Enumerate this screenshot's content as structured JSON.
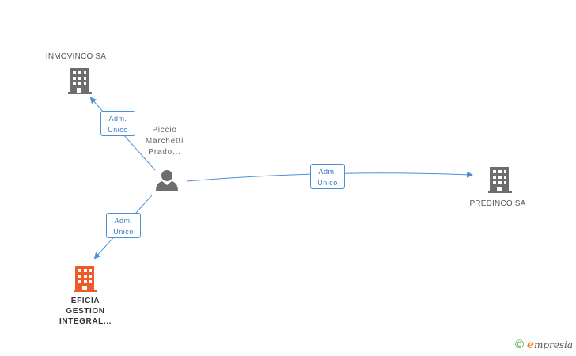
{
  "nodes": {
    "inmovinco": {
      "label": "INMOVINCO SA",
      "icon": "building-icon",
      "color": "#6d6d6d"
    },
    "predinco": {
      "label": "PREDINCO SA",
      "icon": "building-icon",
      "color": "#6d6d6d"
    },
    "eficia": {
      "label_lines": [
        "EFICIA",
        "GESTION",
        "INTEGRAL..."
      ],
      "icon": "building-icon",
      "color": "#f05a28"
    },
    "person": {
      "label_lines": [
        "Piccio",
        "Marchetti",
        "Prado..."
      ],
      "icon": "person-icon",
      "color": "#6d6d6d"
    }
  },
  "edges": {
    "to_inmovinco": {
      "line1": "Adm.",
      "line2": "Unico"
    },
    "to_predinco": {
      "line1": "Adm.",
      "line2": "Unico"
    },
    "to_eficia": {
      "line1": "Adm.",
      "line2": "Unico"
    }
  },
  "colors": {
    "edge": "#4a90d9"
  },
  "footer": {
    "copyright_symbol": "©",
    "brand_initial": "e",
    "brand_rest": "mpresia"
  }
}
